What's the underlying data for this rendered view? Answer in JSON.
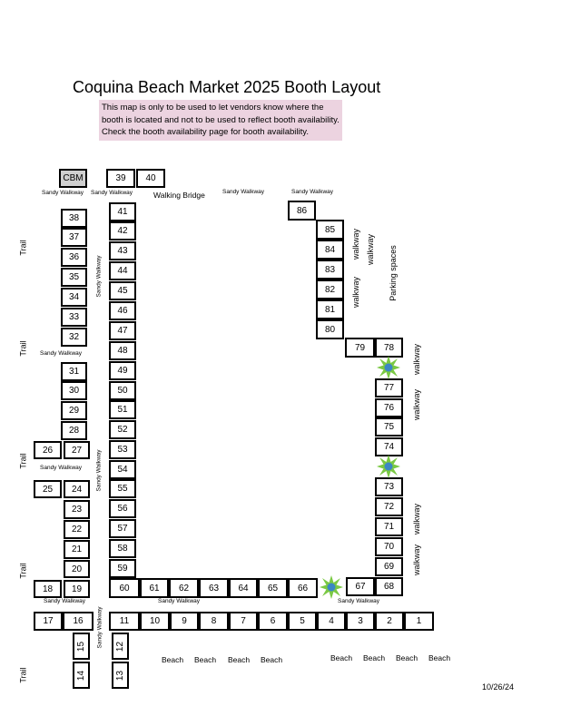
{
  "title": "Coquina Beach Market 2025 Booth Layout",
  "notice": [
    "This map is only to be used to let vendors know where the",
    "booth is located and not to be used to reflect booth availability.",
    "Check the booth availability page for booth availability."
  ],
  "booths": {
    "cbm": "CBM",
    "b1": "1",
    "b2": "2",
    "b3": "3",
    "b4": "4",
    "b5": "5",
    "b6": "6",
    "b7": "7",
    "b8": "8",
    "b9": "9",
    "b10": "10",
    "b11": "11",
    "b12": "12",
    "b13": "13",
    "b14": "14",
    "b15": "15",
    "b16": "16",
    "b17": "17",
    "b18": "18",
    "b19": "19",
    "b20": "20",
    "b21": "21",
    "b22": "22",
    "b23": "23",
    "b24": "24",
    "b25": "25",
    "b26": "26",
    "b27": "27",
    "b28": "28",
    "b29": "29",
    "b30": "30",
    "b31": "31",
    "b32": "32",
    "b33": "33",
    "b34": "34",
    "b35": "35",
    "b36": "36",
    "b37": "37",
    "b38": "38",
    "b39": "39",
    "b40": "40",
    "b41": "41",
    "b42": "42",
    "b43": "43",
    "b44": "44",
    "b45": "45",
    "b46": "46",
    "b47": "47",
    "b48": "48",
    "b49": "49",
    "b50": "50",
    "b51": "51",
    "b52": "52",
    "b53": "53",
    "b54": "54",
    "b55": "55",
    "b56": "56",
    "b57": "57",
    "b58": "58",
    "b59": "59",
    "b60": "60",
    "b61": "61",
    "b62": "62",
    "b63": "63",
    "b64": "64",
    "b65": "65",
    "b66": "66",
    "b67": "67",
    "b68": "68",
    "b69": "69",
    "b70": "70",
    "b71": "71",
    "b72": "72",
    "b73": "73",
    "b74": "74",
    "b75": "75",
    "b76": "76",
    "b77": "77",
    "b78": "78",
    "b79": "79",
    "b80": "80",
    "b81": "81",
    "b82": "82",
    "b83": "83",
    "b84": "84",
    "b85": "85",
    "b86": "86"
  },
  "labels": {
    "sandy_walkway": "Sandy Walkway",
    "walking_bridge": "Walking Bridge",
    "trail": "Trail",
    "walkway": "walkway",
    "parking_spaces": "Parking spaces",
    "beach": "Beach"
  },
  "colors": {
    "notice_bg": "#ecd3e0",
    "cbm_bg": "#cfcfcf",
    "star_outer": "#7ac943",
    "star_inner": "#3b87c4"
  },
  "date": "10/26/24"
}
